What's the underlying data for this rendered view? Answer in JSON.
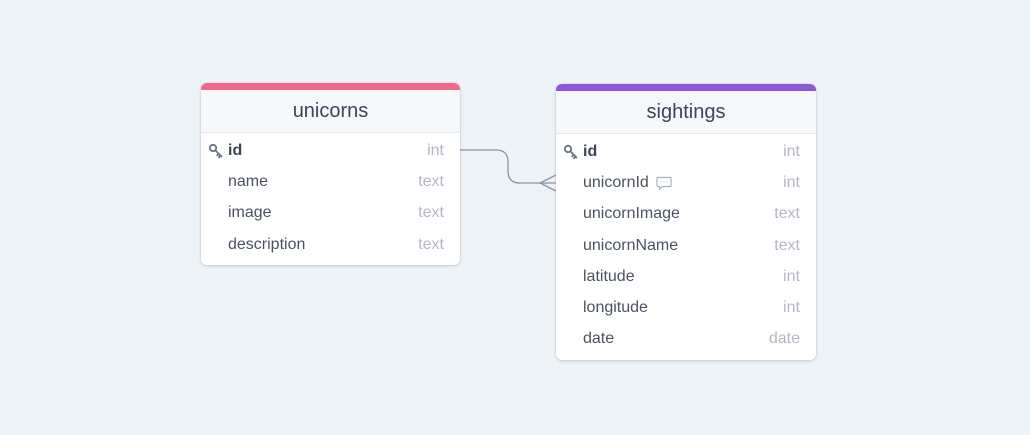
{
  "tables": [
    {
      "name": "unicorns",
      "accent_color": "#f2678a",
      "fields": [
        {
          "name": "id",
          "type": "int",
          "primary_key": true
        },
        {
          "name": "name",
          "type": "text"
        },
        {
          "name": "image",
          "type": "text"
        },
        {
          "name": "description",
          "type": "text"
        }
      ]
    },
    {
      "name": "sightings",
      "accent_color": "#8c59d9",
      "fields": [
        {
          "name": "id",
          "type": "int",
          "primary_key": true
        },
        {
          "name": "unicornId",
          "type": "int",
          "has_note": true
        },
        {
          "name": "unicornImage",
          "type": "text"
        },
        {
          "name": "unicornName",
          "type": "text"
        },
        {
          "name": "latitude",
          "type": "int"
        },
        {
          "name": "longitude",
          "type": "int"
        },
        {
          "name": "date",
          "type": "date"
        }
      ]
    }
  ],
  "relationships": [
    {
      "from": "unicorns.id",
      "to": "sightings.unicornId",
      "cardinality": "one-to-many",
      "line_color": "#8a94a6"
    }
  ],
  "icons": {
    "primary_key": "key-icon",
    "note": "comment-icon"
  }
}
